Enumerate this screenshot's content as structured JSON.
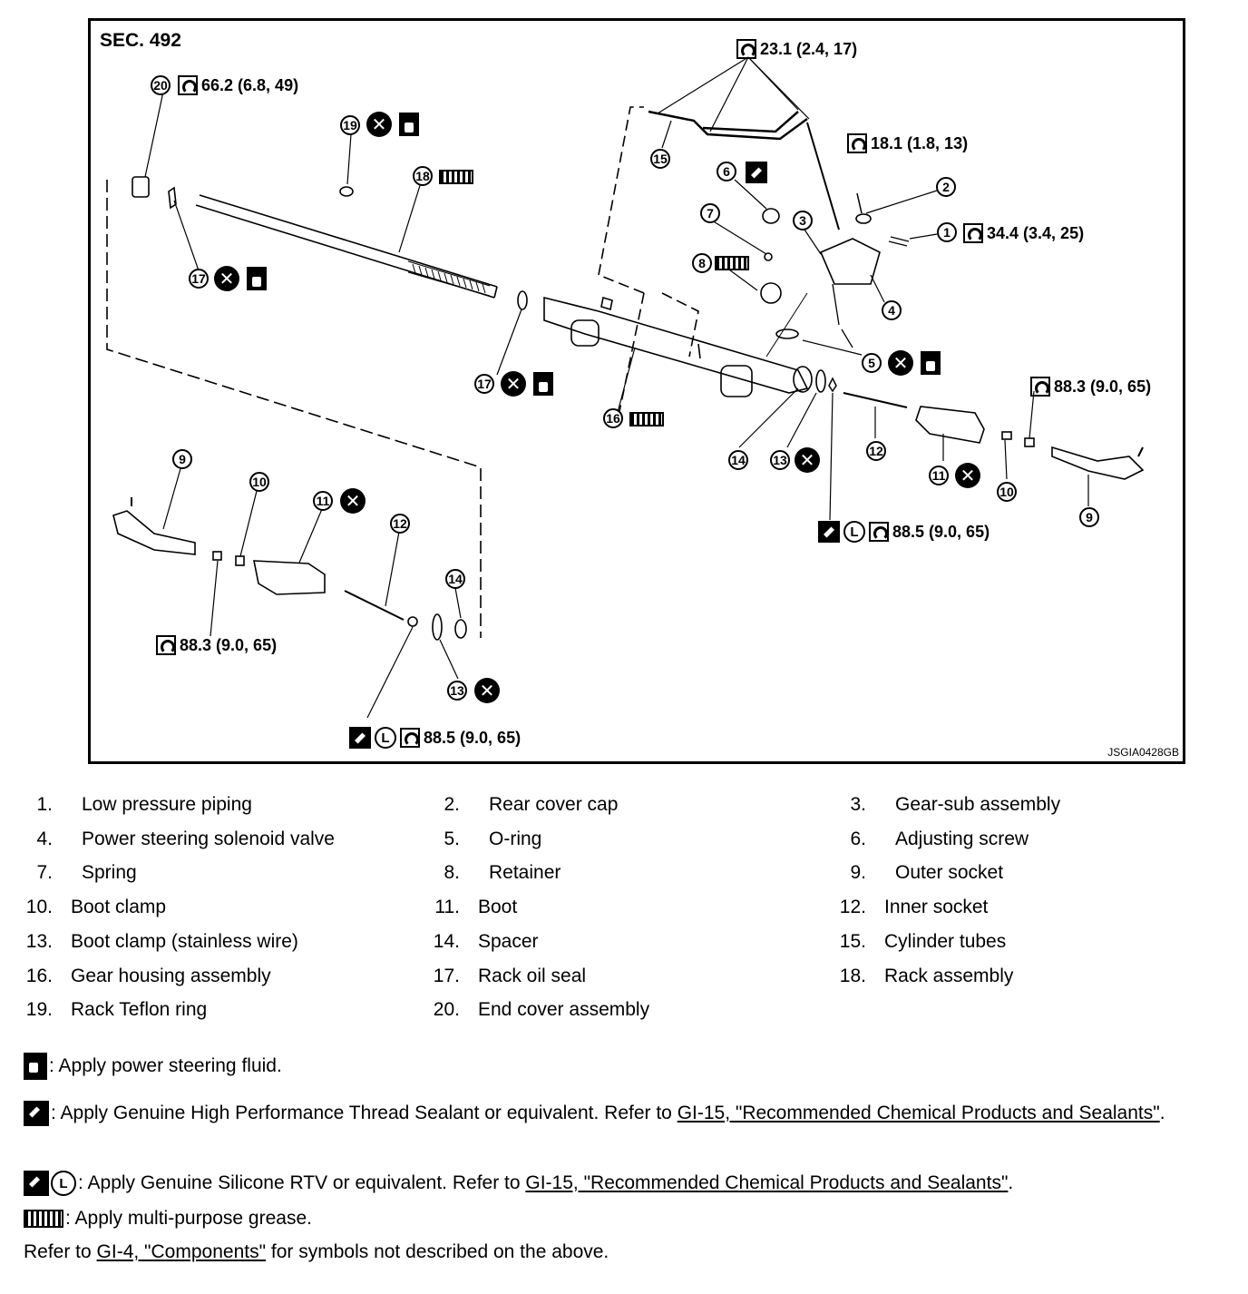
{
  "diagram": {
    "section": "SEC. 492",
    "code": "JSGIA0428GB",
    "torques": {
      "t20": "66.2 (6.8, 49)",
      "t15": "23.1 (2.4, 17)",
      "t2": "18.1 (1.8, 13)",
      "t1": "34.4 (3.4, 25)",
      "t9_right": "88.3 (9.0, 65)",
      "t12_right": "88.5 (9.0, 65)",
      "t9_left": "88.3 (9.0, 65)",
      "t12_left": "88.5 (9.0, 65)"
    },
    "callouts": [
      "1",
      "2",
      "3",
      "4",
      "5",
      "6",
      "7",
      "8",
      "9",
      "10",
      "11",
      "12",
      "13",
      "14",
      "15",
      "16",
      "17",
      "18",
      "19",
      "20"
    ]
  },
  "legend": [
    {
      "num": "1.",
      "label": "Low pressure piping"
    },
    {
      "num": "2.",
      "label": "Rear cover cap"
    },
    {
      "num": "3.",
      "label": "Gear-sub assembly"
    },
    {
      "num": "4.",
      "label": "Power steering solenoid valve"
    },
    {
      "num": "5.",
      "label": "O-ring"
    },
    {
      "num": "6.",
      "label": "Adjusting screw"
    },
    {
      "num": "7.",
      "label": "Spring"
    },
    {
      "num": "8.",
      "label": "Retainer"
    },
    {
      "num": "9.",
      "label": "Outer socket"
    },
    {
      "num": "10.",
      "label": "Boot clamp"
    },
    {
      "num": "11.",
      "label": "Boot"
    },
    {
      "num": "12.",
      "label": "Inner socket"
    },
    {
      "num": "13.",
      "label": "Boot clamp (stainless wire)"
    },
    {
      "num": "14.",
      "label": "Spacer"
    },
    {
      "num": "15.",
      "label": "Cylinder tubes"
    },
    {
      "num": "16.",
      "label": "Gear housing assembly"
    },
    {
      "num": "17.",
      "label": "Rack oil seal"
    },
    {
      "num": "18.",
      "label": "Rack assembly"
    },
    {
      "num": "19.",
      "label": "Rack Teflon ring"
    },
    {
      "num": "20.",
      "label": "End cover assembly"
    }
  ],
  "notes": {
    "fluid": ": Apply power steering fluid.",
    "sealant_a": ": Apply Genuine High Performance Thread Sealant or equivalent. Refer to ",
    "sealant_link": "GI-15, \"Recommended Chemical Products and Sealants\"",
    "sealant_end": ".",
    "rtv_a": ": Apply Genuine Silicone RTV or equivalent. Refer to ",
    "rtv_link": "GI-15, \"Recommended Chemical Products and Sealants\"",
    "rtv_end": ".",
    "grease": ": Apply multi-purpose grease.",
    "refer_a": "Refer to ",
    "refer_link": "GI-4, \"Components\"",
    "refer_end": " for symbols not described on the above."
  }
}
